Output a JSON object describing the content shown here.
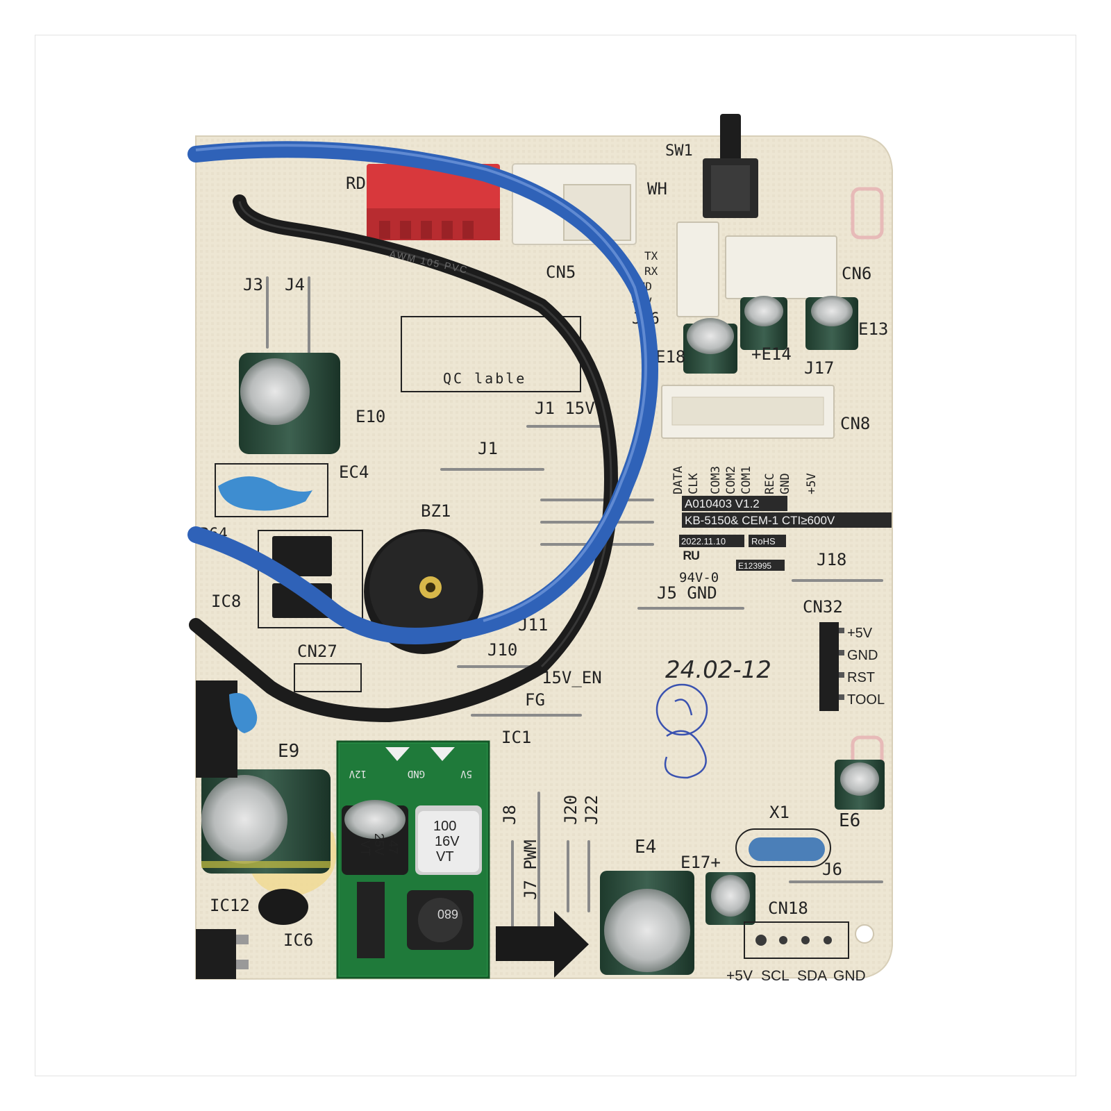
{
  "labels": {
    "sw1": "SW1",
    "rd": "RD",
    "wh": "WH",
    "cn5": "CN5",
    "cn6": "CN6",
    "cn8": "CN8",
    "cn18": "CN18",
    "cn27": "CN27",
    "cn32": "CN32",
    "j1": "J1",
    "j1_15v": "J1 15V",
    "j3": "J3",
    "j4": "J4",
    "j5": "J5 GND",
    "j6": "J6",
    "j7": "J7 PWM",
    "j8": "J8",
    "j10": "J10",
    "j11": "J11",
    "j16": "J16",
    "j17": "J17",
    "j18": "J18",
    "j20": "J20",
    "j22": "J22",
    "e4": "E4",
    "e6": "E6",
    "e9": "E9",
    "e10": "E10",
    "e13": "E13",
    "e14": "+E14",
    "e17": "E17+",
    "e18": "E18",
    "ec4": "EC4",
    "bz1": "BZ1",
    "r64": "R64",
    "ic1": "IC1",
    "ic6": "IC6",
    "ic8": "IC8",
    "ic12": "IC12",
    "x1": "X1",
    "qc_label": "QC lable",
    "board_id": "A010403  V1.2",
    "material": "KB-5150&  CEM-1 CTI≥600V",
    "date_code": "2022.11.10",
    "rohs": "RoHS",
    "ul_file": "E123995",
    "flame": "94V-0",
    "handwritten_date": "24.02-12",
    "en_15v": "15V_EN",
    "fg": "FG",
    "cable_print": "AWM 105 PVC"
  },
  "uart_pins": [
    "TX",
    "RX",
    "GND",
    "+5V"
  ],
  "cn8_pins": [
    "DATA",
    "CLK",
    "COM3",
    "COM2",
    "COM1",
    "REC",
    "GND",
    "+5V"
  ],
  "cn32_pins": [
    "+5V",
    "GND",
    "RST",
    "TOOL"
  ],
  "cn18_pins": [
    "+5V",
    "SCL",
    "SDA",
    "GND"
  ],
  "module": {
    "cap1_value": "47",
    "cap1_voltage": "25V",
    "cap1_series": "VT",
    "cap2_value": "100",
    "cap2_voltage": "16V",
    "cap2_series": "VT",
    "inductor": "680",
    "pin_12v": "12V",
    "pin_gnd": "GND",
    "pin_5v": "5V"
  },
  "colors": {
    "board": "#ede6d3",
    "silkscreen": "#222222",
    "wire_blue": "#2f62b8",
    "wire_black": "#1c1c1c",
    "module_green": "#1f7a3a",
    "connector_red": "#d8383c",
    "connector_white": "#f2efe6",
    "capacitor_green": "#2f4a3c"
  }
}
